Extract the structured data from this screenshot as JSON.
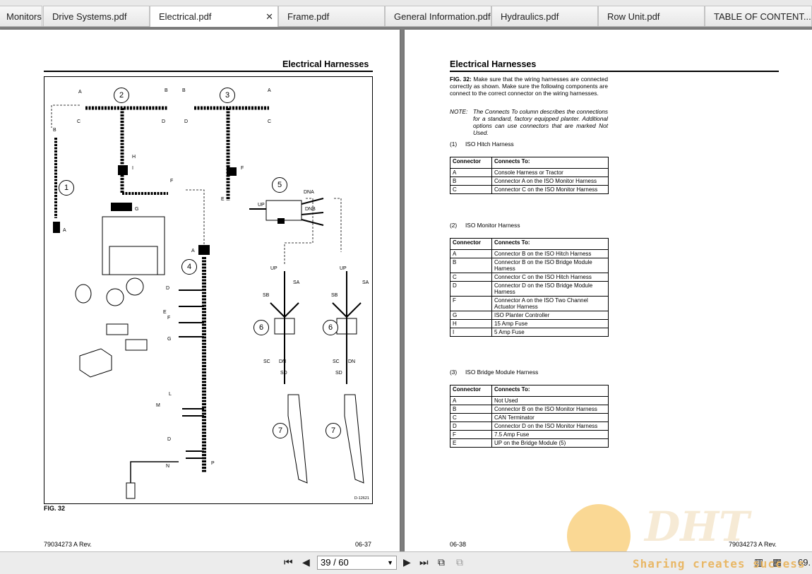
{
  "tabs": [
    {
      "label": "Monitors..."
    },
    {
      "label": "Drive Systems.pdf"
    },
    {
      "label": "Electrical.pdf",
      "active": true
    },
    {
      "label": "Frame.pdf"
    },
    {
      "label": "General Information.pdf"
    },
    {
      "label": "Hydraulics.pdf"
    },
    {
      "label": "Row Unit.pdf"
    },
    {
      "label": "TABLE OF CONTENT...."
    }
  ],
  "left_page": {
    "header": "Electrical Harnesses",
    "fig_label": "FIG. 32",
    "footer_left": "79034273 A Rev.",
    "footer_right": "06-37",
    "diagram_code": "D-12621",
    "callouts": [
      "1",
      "2",
      "3",
      "4",
      "5",
      "6",
      "6",
      "7",
      "7"
    ],
    "labels": {
      "a": "A",
      "b": "B",
      "c": "C",
      "d": "D",
      "e": "E",
      "f": "F",
      "g": "G",
      "h": "H",
      "i": "I",
      "l": "L",
      "m": "M",
      "n": "N",
      "p": "P",
      "up": "UP",
      "dna": "DNA",
      "dnb": "DNB",
      "sa": "SA",
      "sb": "SB",
      "sc": "SC",
      "sd": "SD",
      "dn": "DN"
    }
  },
  "right_page": {
    "header": "Electrical Harnesses",
    "fig_text_bold": "FIG. 32:",
    "fig_text": " Make sure that the wiring harnesses are connected correctly as shown. Make sure the following components are connect to the correct connector on the wiring harnesses.",
    "note_label": "NOTE:",
    "note_text": "The Connects To column describes the connections for a standard, factory equipped planter. Additional options can use connectors that are marked Not Used.",
    "footer_left": "06-38",
    "footer_right": "79034273 A Rev.",
    "col_connector": "Connector",
    "col_connects_to": "Connects To:",
    "sections": [
      {
        "num": "(1)",
        "title": "ISO Hitch Harness",
        "rows": [
          [
            "A",
            "Console Harness or Tractor"
          ],
          [
            "B",
            "Connector A on the ISO Monitor Harness"
          ],
          [
            "C",
            "Connector C on the ISO Monitor Harness"
          ]
        ]
      },
      {
        "num": "(2)",
        "title": "ISO Monitor Harness",
        "rows": [
          [
            "A",
            "Connector B on the ISO Hitch Harness"
          ],
          [
            "B",
            "Connector B on the ISO Bridge Module Harness"
          ],
          [
            "C",
            "Connector C on the ISO Hitch Harness"
          ],
          [
            "D",
            "Connector D on the ISO Bridge Module Harness"
          ],
          [
            "F",
            "Connector A on the ISO Two Channel Actuator Harness"
          ],
          [
            "G",
            "ISO Planter Controller"
          ],
          [
            "H",
            "15 Amp Fuse"
          ],
          [
            "I",
            "5 Amp Fuse"
          ]
        ]
      },
      {
        "num": "(3)",
        "title": "ISO Bridge Module Harness",
        "rows": [
          [
            "A",
            "Not Used"
          ],
          [
            "B",
            "Connector B on the ISO Monitor Harness"
          ],
          [
            "C",
            "CAN Terminator"
          ],
          [
            "D",
            "Connector D on the ISO Monitor Harness"
          ],
          [
            "F",
            "7.5 Amp Fuse"
          ],
          [
            "E",
            "UP on the Bridge Module (5)"
          ]
        ]
      }
    ]
  },
  "toolbar": {
    "page_value": "39 / 60",
    "zoom_value": "69.",
    "watermark_text": "Sharing creates success",
    "watermark_logo": "DHT"
  }
}
